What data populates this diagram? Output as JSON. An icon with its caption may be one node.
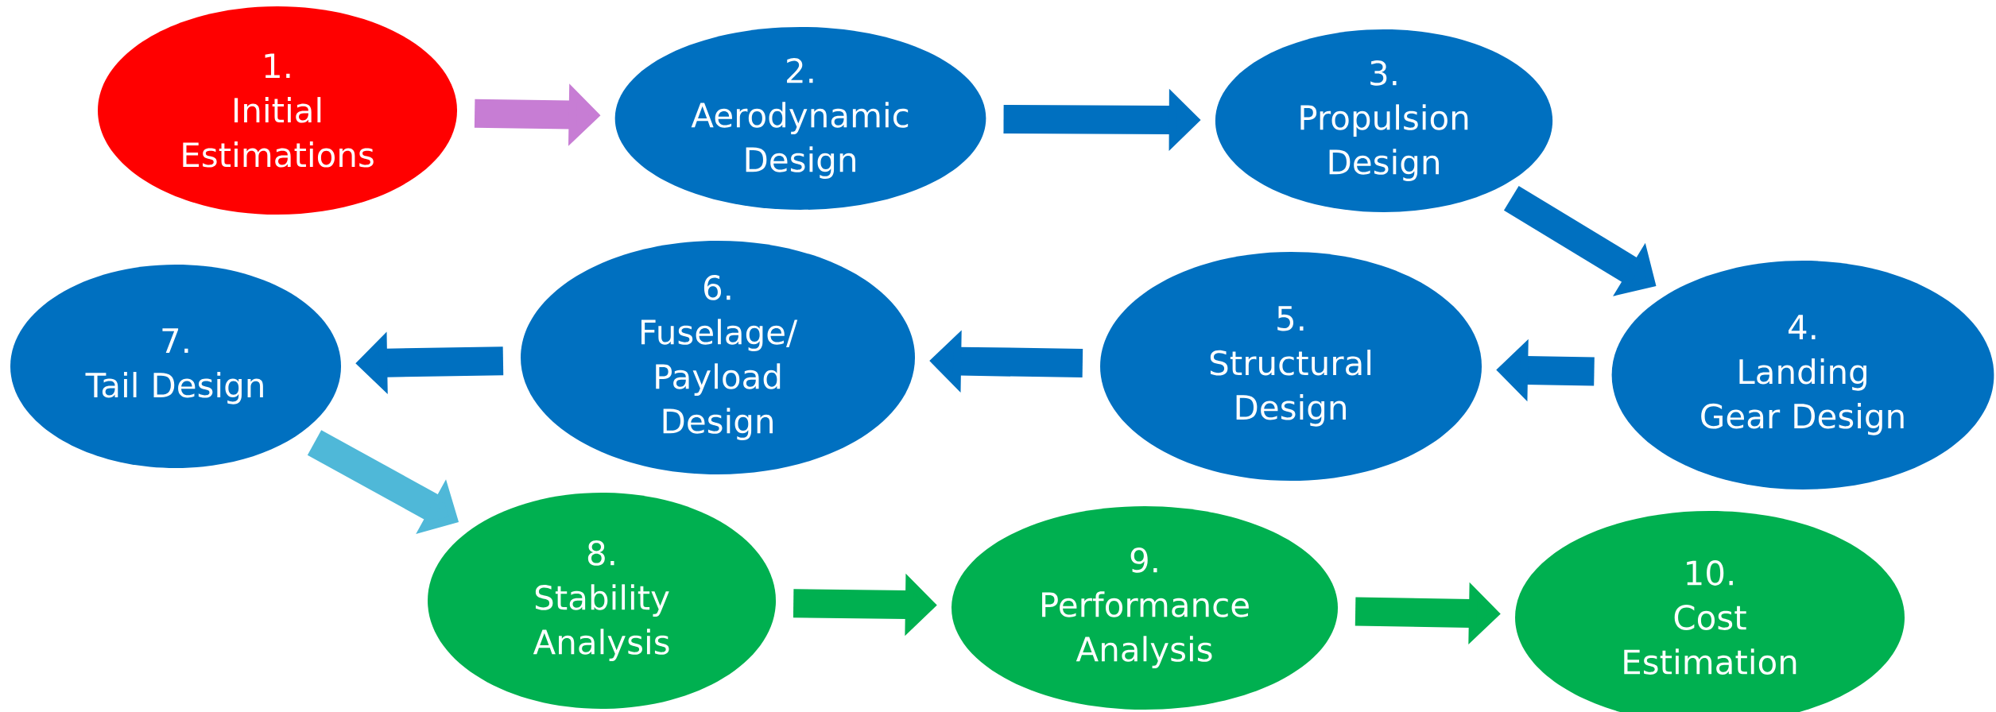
{
  "diagram": {
    "nodes": [
      {
        "text": [
          "1.",
          "Initial Estimations"
        ]
      },
      {
        "text": [
          "2.",
          "Aerodynamic Design"
        ]
      },
      {
        "text": [
          "3.",
          "Propulsion Design"
        ]
      },
      {
        "text": [
          "4.",
          "Landing Gear Design"
        ]
      },
      {
        "text": [
          "5.",
          "Structural Design"
        ]
      },
      {
        "text": [
          "6.",
          "Fuselage/ Payload Design"
        ]
      },
      {
        "text": [
          "7.",
          "Tail Design"
        ]
      },
      {
        "text": [
          "8.",
          "Stability Analysis"
        ]
      },
      {
        "text": [
          "9.",
          "Performance Analysis"
        ]
      },
      {
        "text": [
          "10.",
          "Cost Estimation"
        ]
      }
    ],
    "edges": [
      {
        "from": 0,
        "to": 1,
        "arrow": "to",
        "color": "#c77dd4"
      },
      {
        "from": 1,
        "to": 2,
        "arrow": "to"
      },
      {
        "from": 2,
        "to": 3,
        "arrow": "to"
      },
      {
        "from": 3,
        "to": 4,
        "arrow": "to"
      },
      {
        "from": 4,
        "to": 5,
        "arrow": "to"
      },
      {
        "from": 5,
        "to": 6,
        "arrow": "to"
      },
      {
        "from": 6,
        "to": 7,
        "arrow": "to",
        "color": "#4fb8d8"
      },
      {
        "from": 7,
        "to": 8,
        "arrow": "to",
        "color": "#00b050"
      },
      {
        "from": 8,
        "to": 9,
        "arrow": "to",
        "color": "#00b050"
      }
    ]
  }
}
